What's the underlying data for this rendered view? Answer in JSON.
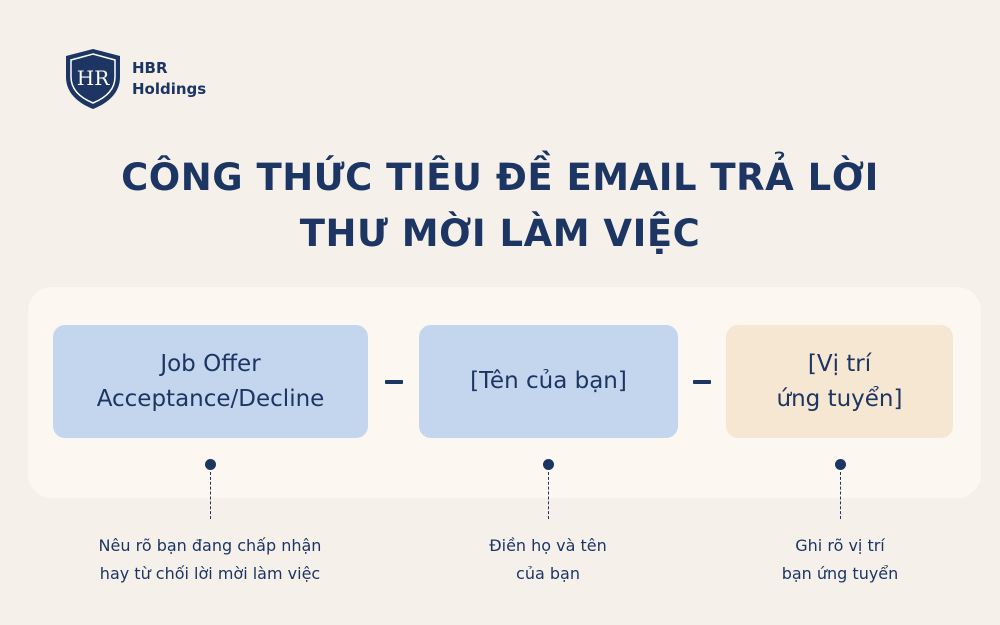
{
  "brand": {
    "line1": "HBR",
    "line2": "Holdings",
    "monogram": "HR",
    "colors": {
      "navy": "#1c3563",
      "blue_box": "#c4d6ee",
      "peach_box": "#f6e7d2",
      "background": "#f5f1ea"
    }
  },
  "title": {
    "line1": "CÔNG THỨC TIÊU ĐỀ EMAIL TRẢ LỜI",
    "line2": "THƯ MỜI LÀM VIỆC"
  },
  "formula": {
    "separator": "-",
    "parts": [
      {
        "lines": [
          "Job Offer",
          "Acceptance/Decline"
        ],
        "note": [
          "Nêu rõ bạn đang chấp nhận",
          "hay từ chối lời mời làm việc"
        ]
      },
      {
        "lines": [
          "[Tên của bạn]"
        ],
        "note": [
          "Điền họ và tên",
          "của bạn"
        ]
      },
      {
        "lines": [
          "[Vị trí",
          "ứng tuyển]"
        ],
        "note": [
          "Ghi rõ vị trí",
          "bạn ứng tuyển"
        ]
      }
    ]
  }
}
